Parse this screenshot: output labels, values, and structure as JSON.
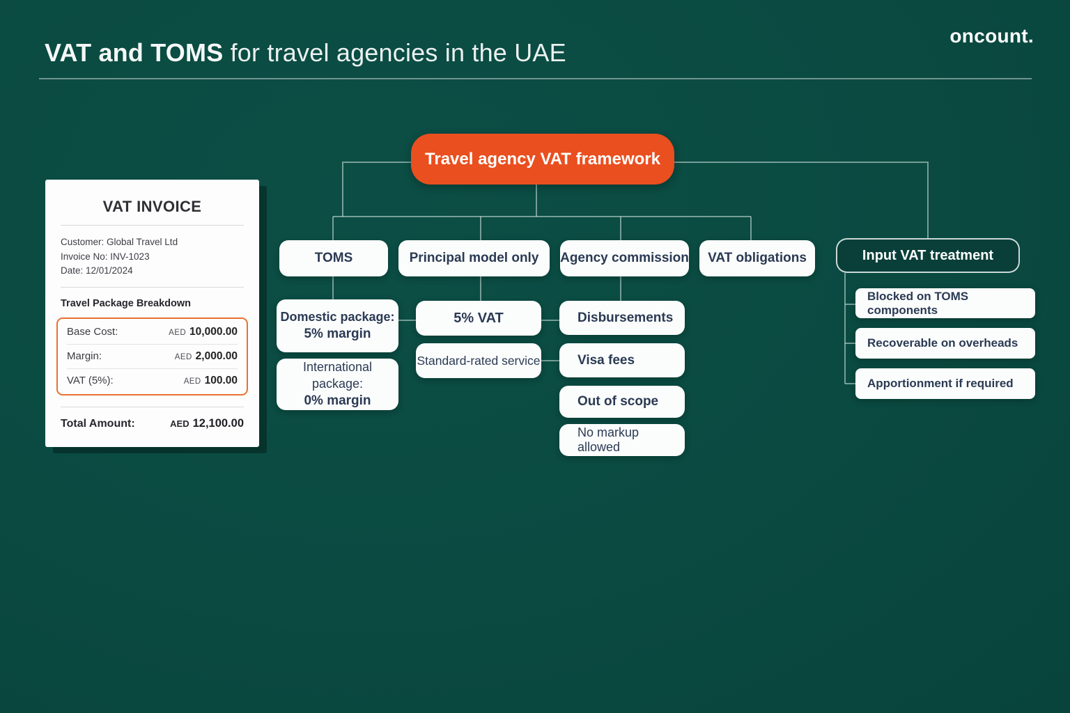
{
  "header": {
    "title_bold": "VAT and TOMS",
    "title_rest": " for travel agencies in the UAE",
    "logo": "oncount."
  },
  "invoice": {
    "title": "VAT INVOICE",
    "meta_lines": [
      "Customer: Global Travel Ltd",
      "Invoice No: INV-1023",
      "Date: 12/01/2024"
    ],
    "section_title": "Travel Package Breakdown",
    "rows": [
      {
        "label": "Base Cost:",
        "currency": "AED",
        "amount": "10,000.00"
      },
      {
        "label": "Margin:",
        "currency": "AED",
        "amount": "2,000.00"
      },
      {
        "label": "VAT (5%):",
        "currency": "AED",
        "amount": "100.00"
      }
    ],
    "total": {
      "label": "Total Amount:",
      "currency": "AED",
      "amount": "12,100.00"
    }
  },
  "flowchart": {
    "root": {
      "label": "Travel agency VAT framework"
    },
    "level1": [
      {
        "label": "TOMS"
      },
      {
        "label": "Principal model only"
      },
      {
        "label": "Agency commission"
      },
      {
        "label": "VAT obligations"
      },
      {
        "label": "Input VAT treatment"
      }
    ],
    "toms_children": [
      {
        "line1": "Domestic package:",
        "line2": "5% margin"
      },
      {
        "line1": "International package:",
        "line2": "0% margin"
      }
    ],
    "principal_children": [
      {
        "label": "5% VAT"
      },
      {
        "label": "Standard-rated service"
      }
    ],
    "agency_children": [
      {
        "label": "Disbursements"
      },
      {
        "label": "Visa fees"
      },
      {
        "label": "Out of scope"
      },
      {
        "label": "No markup allowed"
      }
    ],
    "input_vat_children": [
      {
        "label": "Blocked on TOMS components"
      },
      {
        "label": "Recoverable on overheads"
      },
      {
        "label": "Apportionment if required"
      }
    ]
  },
  "colors": {
    "background": "#0a4a41",
    "root_orange": "#ea4f1f",
    "invoice_highlight_orange": "#e8722f",
    "node_text_navy": "#2b3a53",
    "connector_line": "#cfe3de",
    "dark_node_fill": "#093f38"
  }
}
